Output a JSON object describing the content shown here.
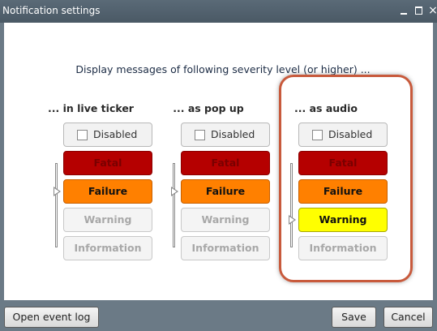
{
  "window": {
    "title": "Notification settings",
    "close_glyph": "×"
  },
  "headline": "Display messages of following severity level (or higher) ...",
  "columns": [
    {
      "title": "... in live ticker",
      "disabled_label": "Disabled",
      "selected_level": "Failure",
      "levels": [
        "Fatal",
        "Failure",
        "Warning",
        "Information"
      ]
    },
    {
      "title": "... as pop up",
      "disabled_label": "Disabled",
      "selected_level": "Failure",
      "levels": [
        "Fatal",
        "Failure",
        "Warning",
        "Information"
      ]
    },
    {
      "title": "... as audio",
      "disabled_label": "Disabled",
      "selected_level": "Warning",
      "levels": [
        "Fatal",
        "Failure",
        "Warning",
        "Information"
      ]
    }
  ],
  "footer": {
    "open_log_label": "Open event log",
    "save_label": "Save",
    "cancel_label": "Cancel"
  },
  "colors": {
    "fatal": "#b50000",
    "failure": "#ff8000",
    "warning_active": "#ffff00",
    "highlight_border": "#c85a3c"
  }
}
